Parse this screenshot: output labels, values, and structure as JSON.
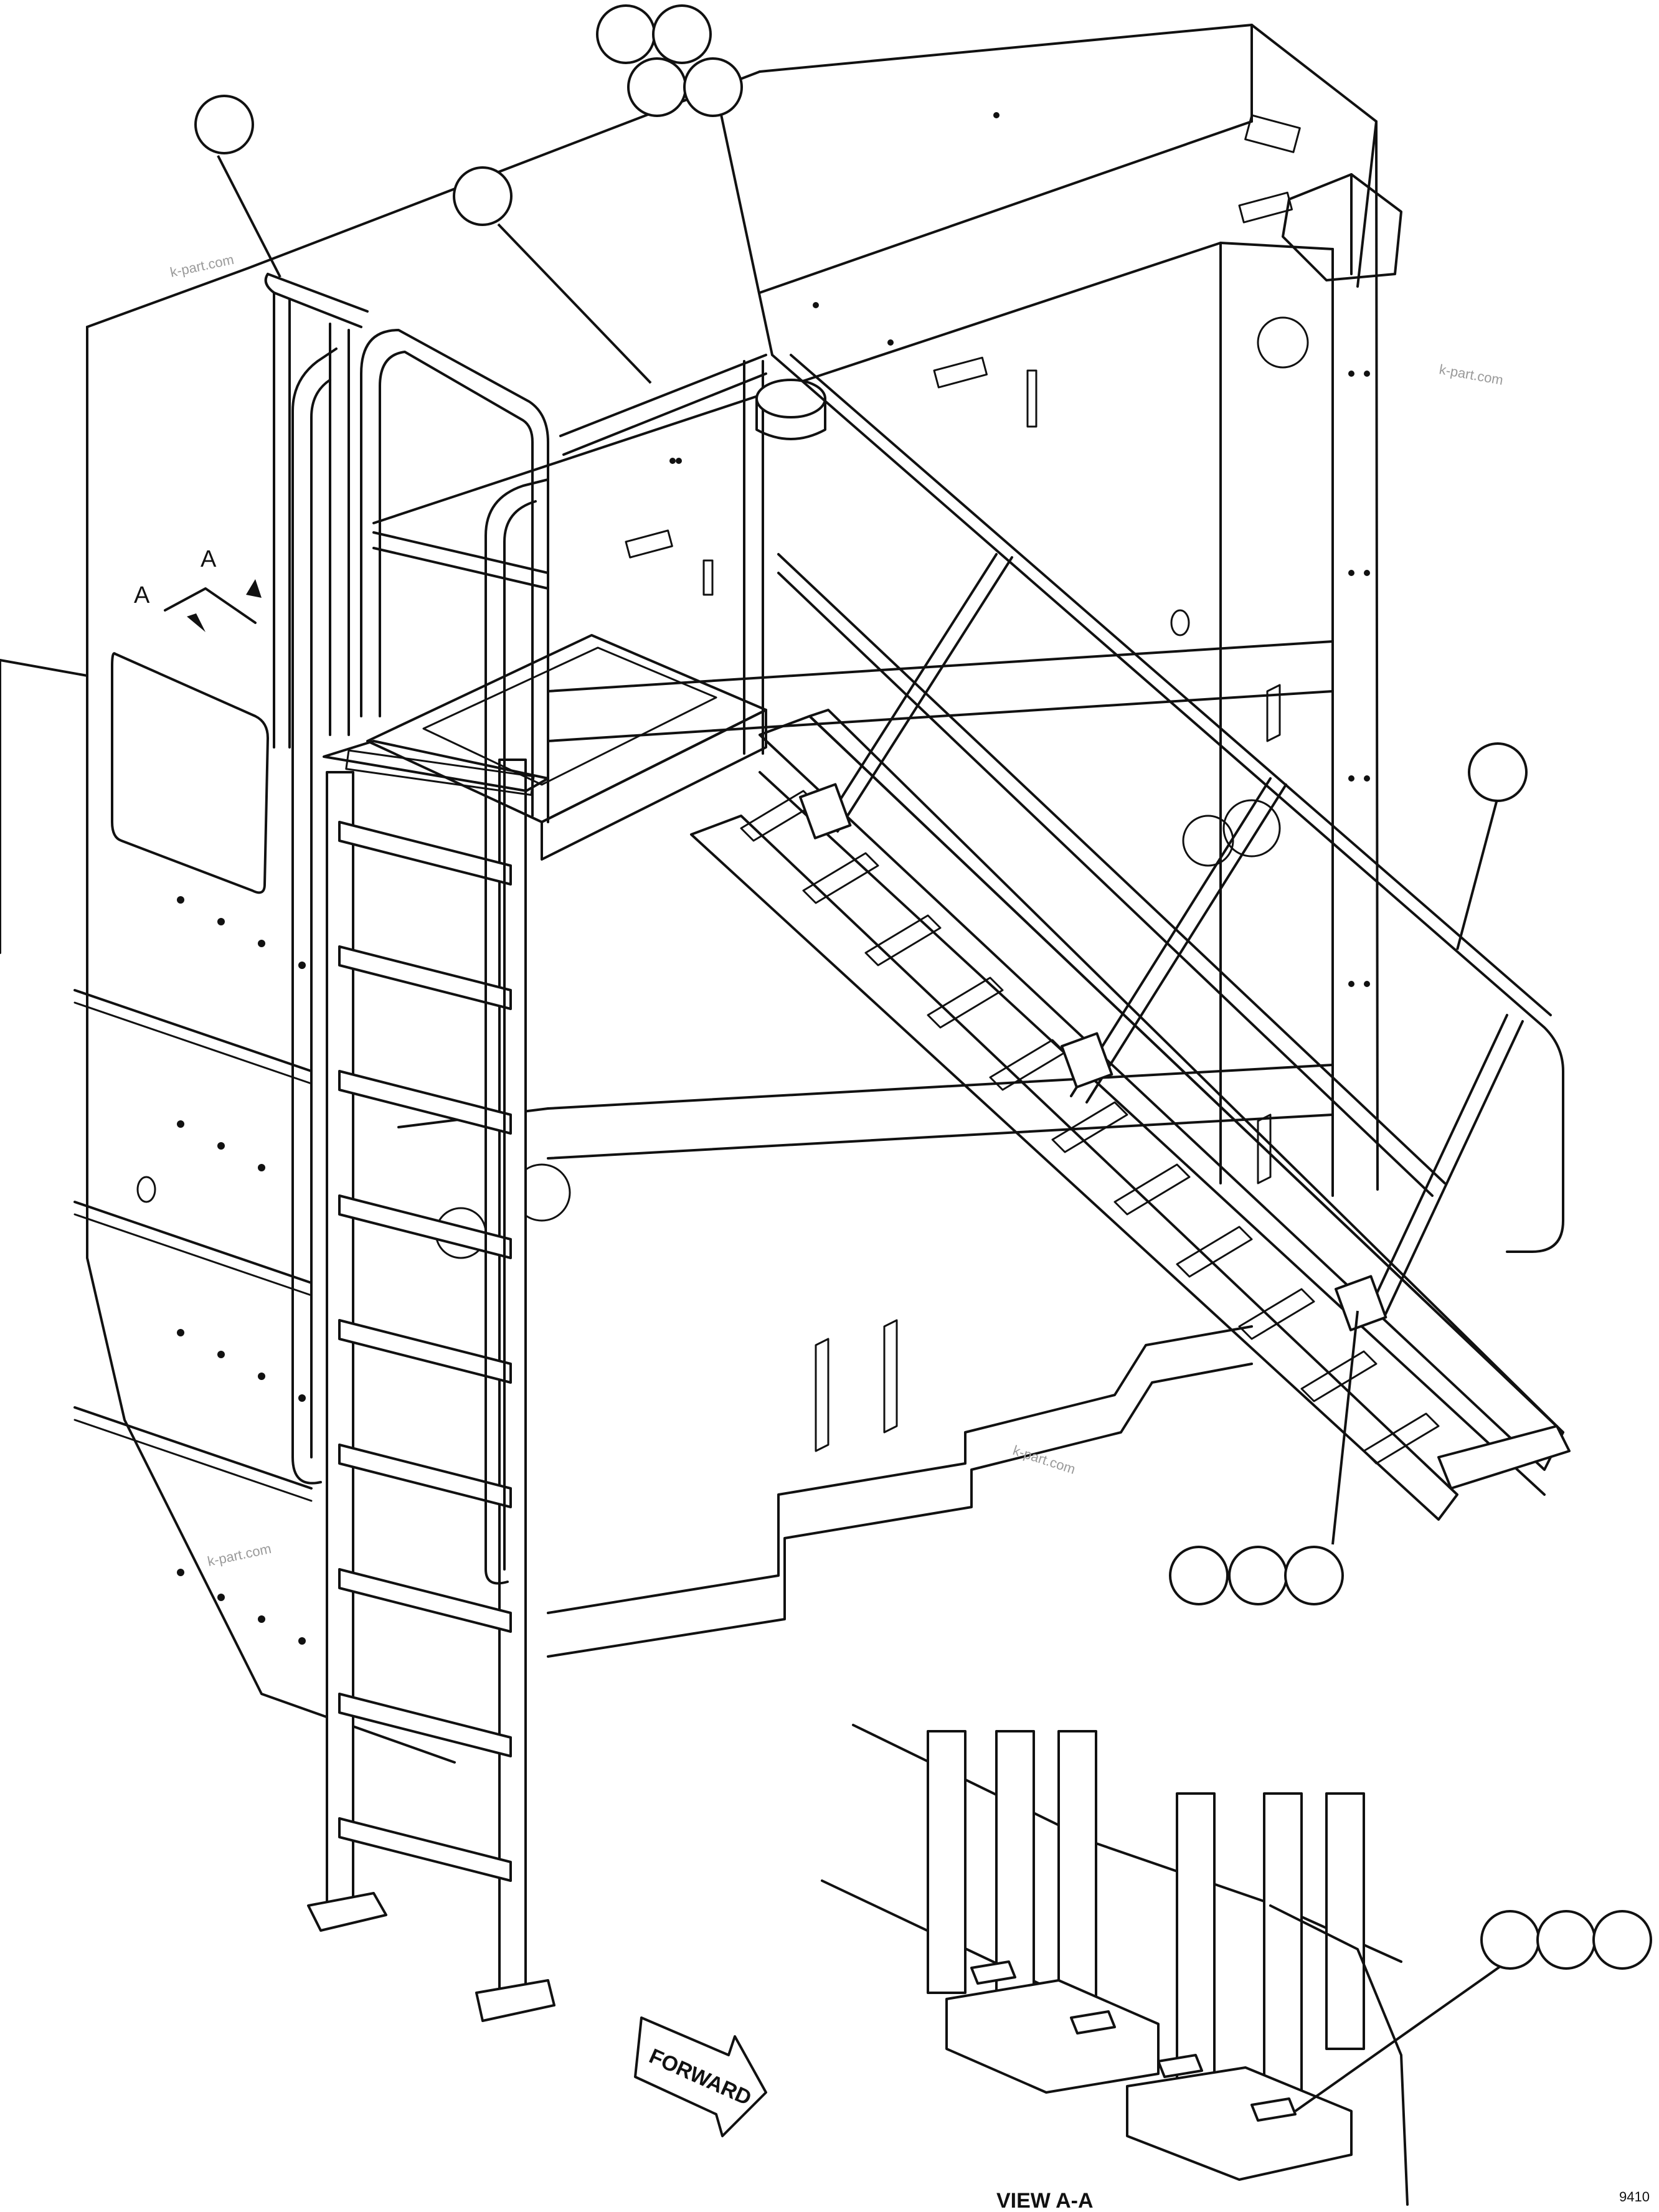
{
  "watermarks": [
    "k-part.com",
    "k-part.com",
    "k-part.com",
    "k-part.com"
  ],
  "view_arrow_labels": [
    "A",
    "A"
  ],
  "forward_label": "FORWARD",
  "view_label": "VIEW A-A",
  "drawing_number": "9410",
  "callout_groups": [
    {
      "group": "top-handrail",
      "count": 1
    },
    {
      "group": "platform-rail",
      "count": 1
    },
    {
      "group": "top-hardware",
      "count": 4
    },
    {
      "group": "stair-handrail",
      "count": 1
    },
    {
      "group": "stair-lower-hardware",
      "count": 3
    },
    {
      "group": "view-aa-hardware",
      "count": 3
    }
  ]
}
